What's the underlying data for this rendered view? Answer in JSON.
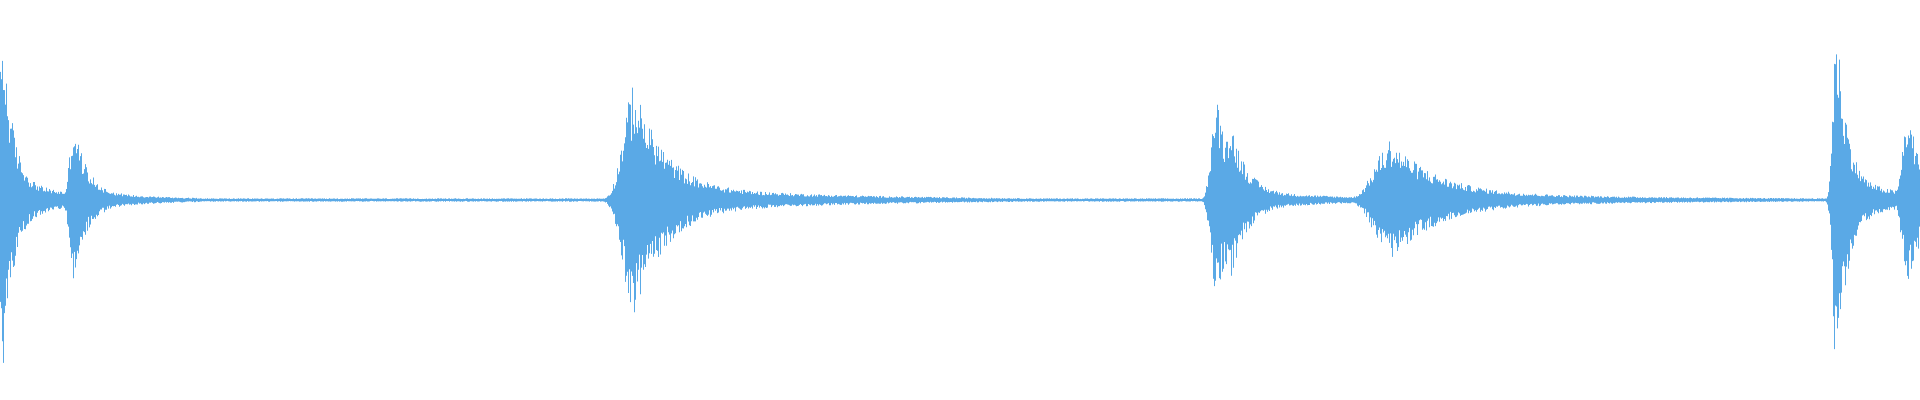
{
  "waveform": {
    "color": "#5aa9e6",
    "baseline_color": "#5aa9e6",
    "amplitude_range": [
      -1,
      1
    ],
    "duration_units": [
      0,
      1
    ],
    "bursts": [
      {
        "t": 0.001,
        "peak": 0.92,
        "width": 0.004
      },
      {
        "t": 0.038,
        "peak": 0.42,
        "width": 0.005
      },
      {
        "t": 0.329,
        "peak": 0.62,
        "width": 0.012
      },
      {
        "t": 0.633,
        "peak": 0.55,
        "width": 0.006
      },
      {
        "t": 0.64,
        "peak": 0.45,
        "width": 0.006
      },
      {
        "t": 0.723,
        "peak": 0.32,
        "width": 0.018
      },
      {
        "t": 0.956,
        "peak": 1.0,
        "width": 0.004
      },
      {
        "t": 0.993,
        "peak": 0.48,
        "width": 0.006
      }
    ],
    "noise_floor": 0.01
  }
}
